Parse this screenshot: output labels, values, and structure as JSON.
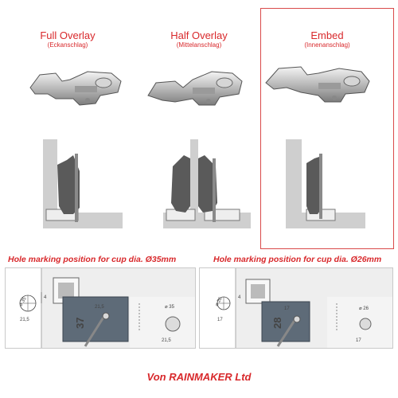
{
  "columns": [
    {
      "title": "Full Overlay",
      "subtitle": "(Eckanschlag)"
    },
    {
      "title": "Half Overlay",
      "subtitle": "(Mittelanschlag)"
    },
    {
      "title": "Embed",
      "subtitle": "(Innenanschlag)"
    }
  ],
  "captions": {
    "left": "Hole marking position for cup dia. Ø35mm",
    "right": "Hole marking position for cup dia. Ø26mm"
  },
  "diagram_left": {
    "template_number": "37",
    "dim_edge": "4",
    "dim_cup": "⌀ 35",
    "dim_side": "21,5",
    "dim_template": "21,5",
    "dim_cup_2": "⌀ 35",
    "dim_side_2": "21,5"
  },
  "diagram_right": {
    "template_number": "28",
    "dim_edge": "4",
    "dim_cup": "⌀ 26",
    "dim_side": "17",
    "dim_template": "17",
    "dim_cup_2": "⌀ 26",
    "dim_side_2": "17"
  },
  "footer": "Von RAINMAKER Ltd",
  "colors": {
    "accent": "#d8282b",
    "hinge_dark": "#5a5a5a",
    "cabinet_gray": "#cfcfcf"
  }
}
